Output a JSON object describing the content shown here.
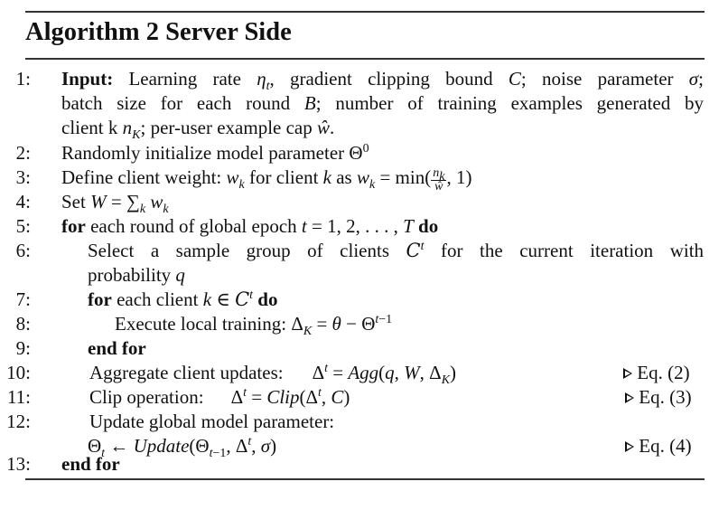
{
  "algorithm": {
    "title": "Algorithm 2 Server Side",
    "lines": [
      {
        "num": "1:",
        "keyword": "Input:",
        "text_a": "Learning rate",
        "text_b": "gradient clipping bound",
        "text_c": "noise parameter",
        "text_d": "batch size for each round",
        "text_e": "number of training examples generated by",
        "text_f": "client k",
        "text_g": "per-user example cap"
      },
      {
        "num": "2:",
        "text": "Randomly initialize model parameter"
      },
      {
        "num": "3:",
        "text_a": "Define client weight:",
        "text_b": "for client",
        "text_c": "as"
      },
      {
        "num": "4:",
        "text": "Set"
      },
      {
        "num": "5:",
        "keyword": "for",
        "text": "each round of global epoch",
        "keyword_end": "do"
      },
      {
        "num": "6:",
        "text_a": "Select a sample group of clients",
        "text_b": "for the current iteration with",
        "text_c": "probability"
      },
      {
        "num": "7:",
        "keyword": "for",
        "text": "each client",
        "keyword_end": "do"
      },
      {
        "num": "8:",
        "text": "Execute local training:"
      },
      {
        "num": "9:",
        "keyword": "end for"
      },
      {
        "num": "10:",
        "text": "Aggregate client updates:",
        "comment": "Eq. (2)"
      },
      {
        "num": "11:",
        "text": "Clip operation:",
        "comment": "Eq. (3)"
      },
      {
        "num": "12:",
        "text": "Update global model parameter:",
        "comment": "Eq. (4)"
      },
      {
        "num": "13:",
        "keyword": "end for"
      }
    ]
  }
}
